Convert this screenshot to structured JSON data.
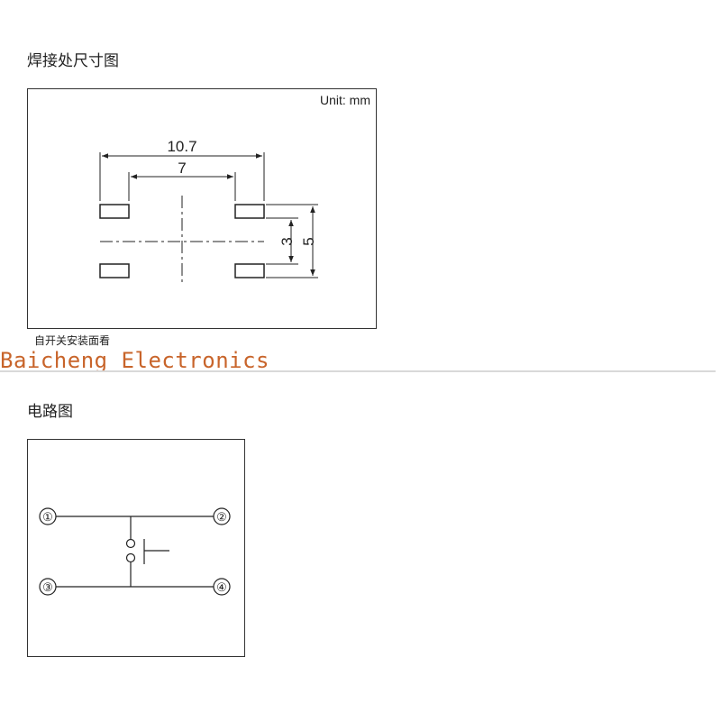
{
  "solder_section": {
    "title": "焊接处尺寸图",
    "unit": "Unit: mm",
    "dim_outer_width": "10.7",
    "dim_inner_width": "7",
    "dim_inner_height": "3",
    "dim_outer_height": "5",
    "caption": "自开关安装面看"
  },
  "brand": {
    "text": "Baicheng Electronics",
    "color": "#c8642a"
  },
  "circuit_section": {
    "title": "电路图",
    "pins": [
      "①",
      "②",
      "③",
      "④"
    ]
  }
}
